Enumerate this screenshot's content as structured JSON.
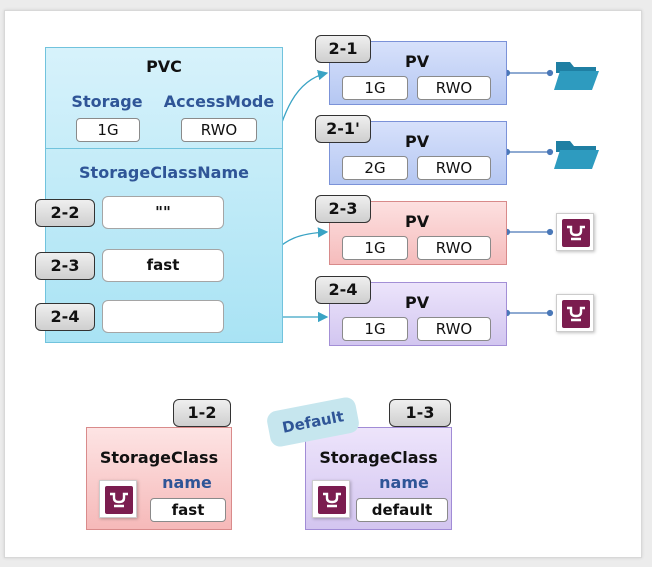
{
  "pvc": {
    "title": "PVC",
    "storage_label": "Storage",
    "accessmode_label": "AccessMode",
    "storage_value": "1G",
    "accessmode_value": "RWO",
    "scn_label": "StorageClassName",
    "rows": [
      {
        "tag": "2-2",
        "value": "\"\""
      },
      {
        "tag": "2-3",
        "value": "fast"
      },
      {
        "tag": "2-4",
        "value": ""
      }
    ]
  },
  "pvs": [
    {
      "tag": "2-1",
      "title": "PV",
      "size": "1G",
      "mode": "RWO",
      "backend": "folder-icon",
      "color": "#b5c7f2"
    },
    {
      "tag": "2-1'",
      "title": "PV",
      "size": "2G",
      "mode": "RWO",
      "backend": "folder-icon",
      "color": "#b5c7f2"
    },
    {
      "tag": "2-3",
      "title": "PV",
      "size": "1G",
      "mode": "RWO",
      "backend": "ebs-icon",
      "color": "#f5bcbc"
    },
    {
      "tag": "2-4",
      "title": "PV",
      "size": "1G",
      "mode": "RWO",
      "backend": "ebs-icon",
      "color": "#d2c6f0"
    }
  ],
  "storage_classes": [
    {
      "tag": "1-2",
      "title": "StorageClass",
      "name_label": "name",
      "name_value": "fast",
      "color": "#f6b9b9"
    },
    {
      "tag": "1-3",
      "title": "StorageClass",
      "name_label": "name",
      "name_value": "default",
      "color": "#d3c5f0",
      "badge": "Default"
    }
  ],
  "colors": {
    "arrow": "#3aa3c4",
    "connector": "#4a78b8",
    "folder": "#2e9bbf",
    "ebs": "#7b1d4f"
  }
}
